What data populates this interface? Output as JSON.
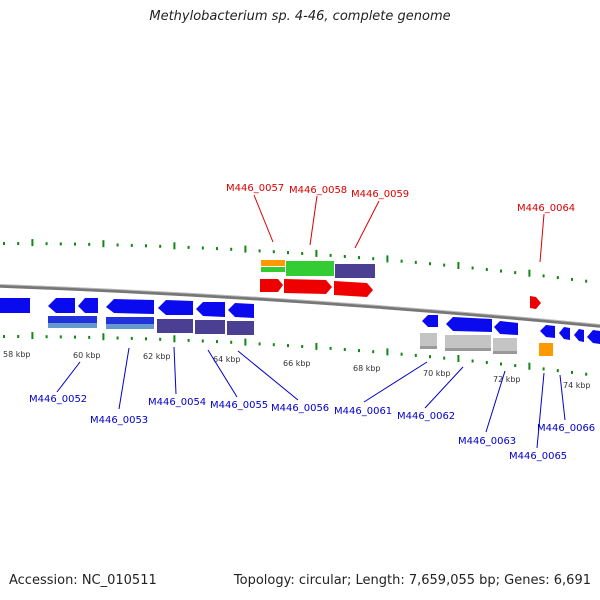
{
  "header": {
    "title": "Methylobacterium sp. 4-46, complete genome"
  },
  "footer": {
    "accession": "Accession: NC_010511",
    "stats": "Topology: circular; Length: 7,659,055 bp; Genes: 6,691"
  },
  "colors": {
    "forward_label": "#dd0000",
    "reverse_label": "#0000cc",
    "backbone": "#888888",
    "tick": "#118811"
  },
  "kbp_labels": [
    "58 kbp",
    "60 kbp",
    "62 kbp",
    "64 kbp",
    "66 kbp",
    "68 kbp",
    "70 kbp",
    "72 kbp",
    "74 kbp"
  ],
  "genes": {
    "forward": [
      "M446_0057",
      "M446_0058",
      "M446_0059",
      "M446_0064"
    ],
    "reverse": [
      "M446_0052",
      "M446_0053",
      "M446_0054",
      "M446_0055",
      "M446_0056",
      "M446_0061",
      "M446_0062",
      "M446_0063",
      "M446_0066",
      "M446_0065"
    ]
  }
}
